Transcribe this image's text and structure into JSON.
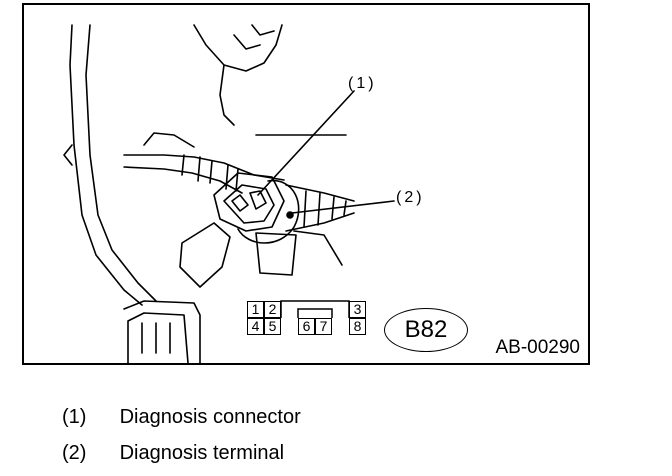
{
  "callouts": [
    {
      "number": "(1)"
    },
    {
      "number": "(2)"
    }
  ],
  "connector": {
    "pins_top": [
      "1",
      "2",
      "3"
    ],
    "pins_bottom": [
      "4",
      "5",
      "6",
      "7",
      "8"
    ],
    "code": "B82"
  },
  "figure_code": "AB-00290",
  "legend": [
    {
      "number": "(1)",
      "text": "Diagnosis connector"
    },
    {
      "number": "(2)",
      "text": "Diagnosis terminal"
    }
  ]
}
